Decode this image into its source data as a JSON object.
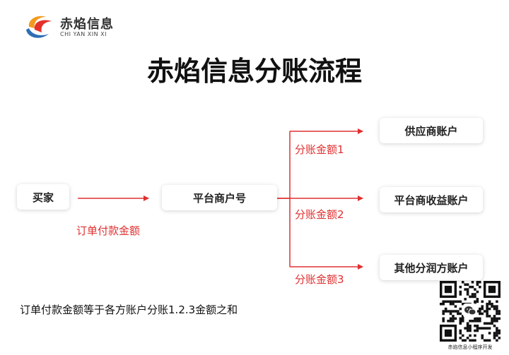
{
  "logo": {
    "cn": "赤焰信息",
    "en": "CHI YAN XIN XI"
  },
  "title": "赤焰信息分账流程",
  "nodes": {
    "buyer": "买家",
    "platform": "平台商户号",
    "supplier": "供应商账户",
    "income": "平台商收益账户",
    "other": "其他分润方账户"
  },
  "labels": {
    "order_amount": "订单付款金额",
    "split1": "分账金额1",
    "split2": "分账金额2",
    "split3": "分账金额3"
  },
  "note": "订单付款金额等于各方账户分账1.2.3金额之和",
  "qr": {
    "caption": "赤焰信息小程序开发"
  },
  "colors": {
    "accent_red": "#e03030",
    "logo_orange": "#f39a1e",
    "logo_red": "#e4312b",
    "logo_blue": "#2d6db5",
    "wechat_green": "#333333"
  }
}
